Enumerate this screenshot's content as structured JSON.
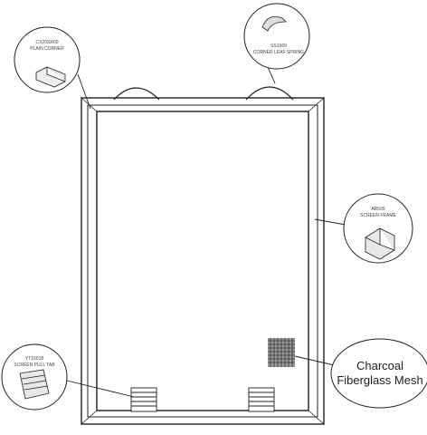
{
  "callouts": {
    "plain_corner": {
      "part": "CX20SR00",
      "name": "PLAIN CORNER"
    },
    "corner_leaf_spring": {
      "part": "SS1969",
      "name": "CORNER LEAF SPRING"
    },
    "screen_frame": {
      "part": "AR505",
      "name": "SCREEN FRAME"
    },
    "screen_pull_tab": {
      "part": "YT15018",
      "name": "SCREEN PULL TAB"
    },
    "mesh": {
      "line1": "Charcoal",
      "line2": "Fiberglass Mesh"
    }
  }
}
